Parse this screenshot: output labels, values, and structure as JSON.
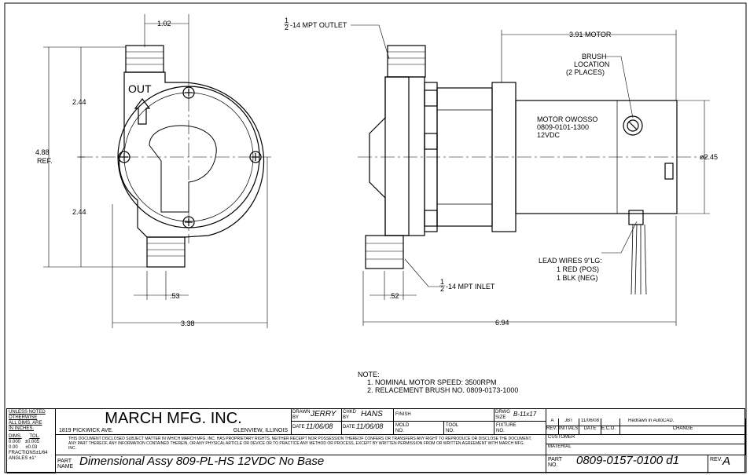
{
  "drawing": {
    "front_view": {
      "out_label": "OUT",
      "dim_top": "1.02",
      "dim_upper": "2.44",
      "dim_lower": "2.44",
      "dim_total": "4.88",
      "dim_total_ref": "REF.",
      "dim_port": ".53",
      "dim_width": "3.38"
    },
    "side_view": {
      "outlet_label": "-14 MPT OUTLET",
      "inlet_label": "-14 MPT INLET",
      "fraction_num": "1",
      "fraction_den": "2",
      "dim_motor": "3.91 MOTOR",
      "dim_diameter": "ø2.45",
      "dim_port": ".52",
      "dim_overall": "6.94",
      "brush_label": [
        "BRUSH",
        "LOCATION",
        "(2 PLACES)"
      ],
      "motor_label": [
        "MOTOR OWOSSO",
        "0809-0101-1300",
        "12VDC"
      ],
      "lead_label": [
        "LEAD WIRES 9\"LG:",
        "1 RED (POS)",
        "1 BLK (NEG)"
      ]
    }
  },
  "notes": {
    "heading": "NOTE:",
    "items": [
      "1. NOMINAL MOTOR SPEED: 3500RPM",
      "2. RELACEMENT BRUSH NO. 0809-0173-1000"
    ]
  },
  "title_block": {
    "tolerance": {
      "line1": "UNLESS NOTED",
      "line2": "OTHERWISE",
      "line3": "ALL DIMS. ARE",
      "line4": "IN INCHES.",
      "dims_hdr": "DIMS.",
      "tol_hdr": "TOL.",
      "row1_dim": "0.000",
      "row1_tol": "±0.005",
      "row2_dim": "0.00",
      "row2_tol": "±0.03",
      "fractions": "FRACTIONS±1/64",
      "angles": "ANGLES  ±1°"
    },
    "company": "MARCH MFG. INC.",
    "address": "1819 PICKWICK AVE.",
    "city": "GLENVIEW, ILLINOIS",
    "drawn_by_label": "DRAWN BY",
    "drawn_by": "JERRY",
    "chkd_by_label": "CHKD BY",
    "chkd_by": "HANS",
    "finish_label": "FINISH",
    "drwg_size_label": "DRWG SIZE",
    "drwg_size": "B-11x17",
    "date_label": "DATE",
    "drawn_date": "11/06/08",
    "chkd_date": "11/06/08",
    "mold_label": "MOLD NO.",
    "tool_label": "TOOL NO.",
    "fixture_label": "FIXTURE NO.",
    "proprietary": "THIS DOCUMENT DISCLOSED SUBJECT MATTER IN WHICH MARCH MFG. INC. HAS PROPRIETARY RIGHTS, NEITHER RECEIPT NOR POSSESSION THEREOF CONFERS OR TRANSFERS ANY RIGHT TO REPRODUCE OR DISCLOSE THE DOCUMENT, ANY PART THEREOF, ANY INFORMATION CONTAINED THEREIN, OR ANY PHYSICAL ARTICLE OR DEVICE OR TO PRACTICE ANY METHOD OR PROCESS, EXCEPT BY WRITTEN PERMISSION FROM OR WRITTEN AGREEMENT WITH MARCH MFG. INC.",
    "part_name_label": "PART NAME",
    "part_name": "Dimensional Assy 809-PL-HS 12VDC No Base",
    "revision": {
      "rev": "A",
      "initials": "JBT",
      "date": "11/06/08",
      "eco": "",
      "change": "Redrawn in AutoCAD."
    },
    "rev_headers": [
      "REV.",
      "INITIALS",
      "DATE",
      "E.C.O.",
      "CHANGE"
    ],
    "customer_label": "CUSTOMER",
    "material_label": "MATERIAL",
    "part_no_label": "PART NO.",
    "part_no": "0809-0157-0100 d1",
    "rev_label": "REV.",
    "rev_value": "A"
  }
}
